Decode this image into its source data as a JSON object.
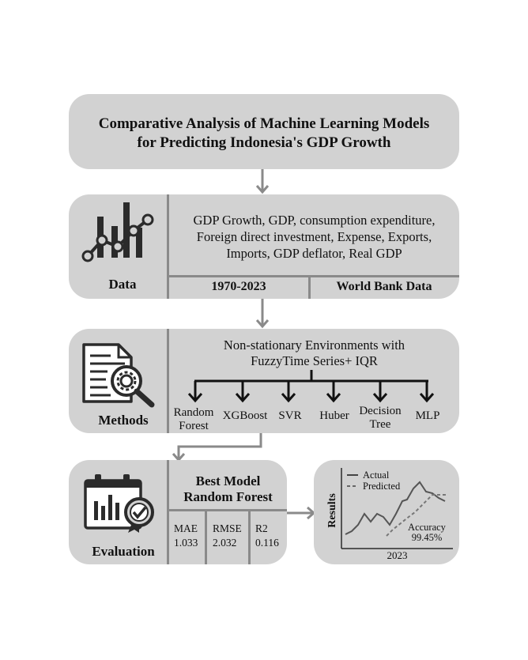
{
  "title": {
    "line1": "Comparative Analysis of Machine Learning Models",
    "line2": "for Predicting Indonesia's GDP Growth"
  },
  "data_section": {
    "label": "Data",
    "icon": "bar-chart-growth-icon",
    "variables_line1": "GDP Growth, GDP, consumption expenditure,",
    "variables_line2": "Foreign direct investment, Expense, Exports,",
    "variables_line3": "Imports, GDP deflator, Real GDP",
    "period": "1970-2023",
    "source": "World Bank Data"
  },
  "methods_section": {
    "label": "Methods",
    "icon": "document-search-gear-icon",
    "heading_line1": "Non-stationary Environments with",
    "heading_line2": "FuzzyTime Series+ IQR",
    "models": [
      {
        "line1": "Random",
        "line2": "Forest"
      },
      {
        "line1": "XGBoost",
        "line2": ""
      },
      {
        "line1": "SVR",
        "line2": ""
      },
      {
        "line1": "Huber",
        "line2": ""
      },
      {
        "line1": "Decision",
        "line2": "Tree"
      },
      {
        "line1": "MLP",
        "line2": ""
      }
    ]
  },
  "evaluation_section": {
    "label": "Evaluation",
    "icon": "evaluation-board-check-icon",
    "best_model_label": "Best Model",
    "best_model_name": "Random Forest",
    "metrics": [
      {
        "name": "MAE",
        "value": "1.033"
      },
      {
        "name": "RMSE",
        "value": "2.032"
      },
      {
        "name": "R2",
        "value": "0.116"
      }
    ]
  },
  "results_section": {
    "label": "Results",
    "legend_actual": "Actual",
    "legend_predicted": "Predicted",
    "accuracy_label": "Accuracy",
    "accuracy_value": "99.45%",
    "xlabel": "2023"
  },
  "colors": {
    "box_fill": "#d2d2d2",
    "connector": "#8a8a8a",
    "ink": "#2b2b2b"
  }
}
